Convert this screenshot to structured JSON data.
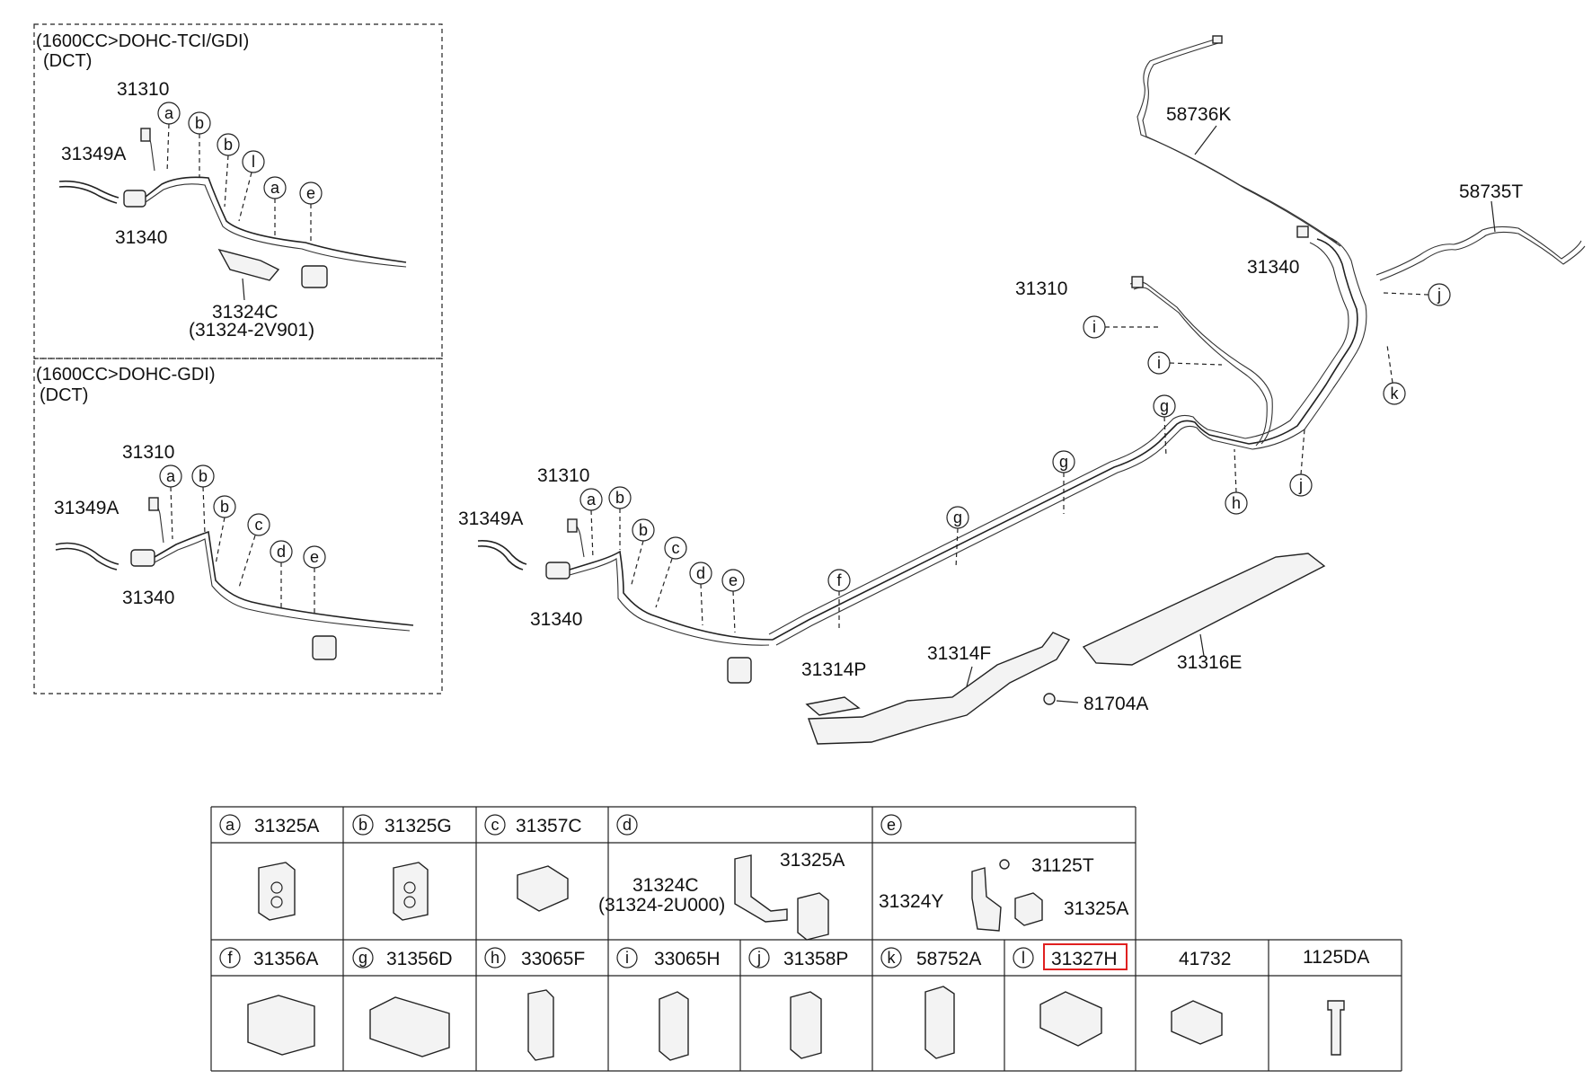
{
  "inset_top": {
    "heading_1": "(1600CC>DOHC-TCI/GDI)",
    "heading_2": "(DCT)",
    "labels": {
      "p31310": "31310",
      "p31349A": "31349A",
      "p31340": "31340",
      "p31324C": "31324C",
      "p31324C_alt": "(31324-2V901)"
    },
    "callouts": [
      "a",
      "b",
      "b",
      "l",
      "a",
      "e"
    ]
  },
  "inset_bottom": {
    "heading_1": "(1600CC>DOHC-GDI)",
    "heading_2": "(DCT)",
    "labels": {
      "p31310": "31310",
      "p31349A": "31349A",
      "p31340": "31340"
    },
    "callouts": [
      "a",
      "b",
      "b",
      "c",
      "d",
      "e"
    ]
  },
  "main": {
    "labels": {
      "p58736K": "58736K",
      "p58735T": "58735T",
      "p31340_rear": "31340",
      "p31310_rear": "31310",
      "p31349A": "31349A",
      "p31310": "31310",
      "p31340": "31340",
      "p31314P": "31314P",
      "p31314F": "31314F",
      "p31316E": "31316E",
      "p81704A": "81704A"
    },
    "callouts": [
      "j",
      "k",
      "i",
      "i",
      "g",
      "g",
      "g",
      "h",
      "j",
      "f",
      "a",
      "b",
      "b",
      "c",
      "d",
      "e"
    ]
  },
  "parts_table": {
    "row1": [
      {
        "code": "a",
        "part": "31325A"
      },
      {
        "code": "b",
        "part": "31325G"
      },
      {
        "code": "c",
        "part": "31357C"
      },
      {
        "code": "d",
        "part": "",
        "sub": [
          "31324C",
          "(31324-2U000)",
          "31325A"
        ]
      },
      {
        "code": "e",
        "part": "",
        "sub": [
          "31125T",
          "31324Y",
          "31325A"
        ]
      }
    ],
    "row2": [
      {
        "code": "f",
        "part": "31356A"
      },
      {
        "code": "g",
        "part": "31356D"
      },
      {
        "code": "h",
        "part": "33065F"
      },
      {
        "code": "i",
        "part": "33065H"
      },
      {
        "code": "j",
        "part": "31358P"
      },
      {
        "code": "k",
        "part": "58752A"
      },
      {
        "code": "l",
        "part": "31327H",
        "highlighted": true
      },
      {
        "code": "",
        "part": "41732"
      },
      {
        "code": "",
        "part": "1125DA"
      }
    ],
    "highlight_color": "#e02020"
  }
}
